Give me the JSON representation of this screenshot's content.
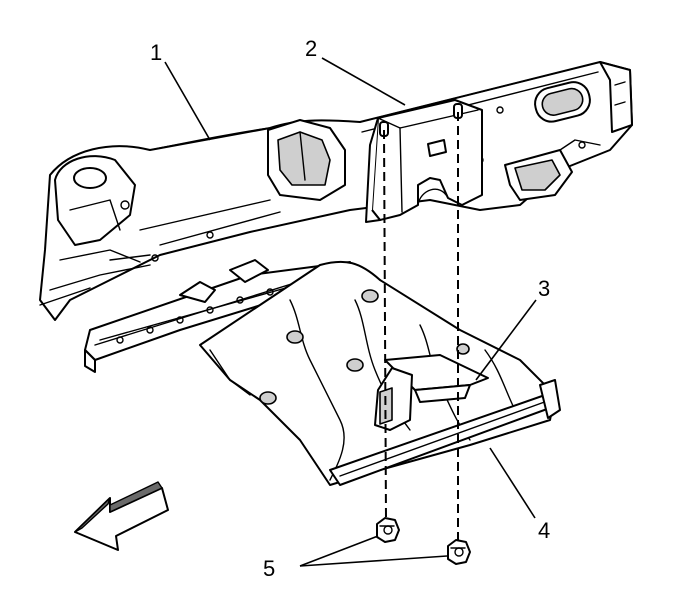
{
  "callouts": {
    "c1": "1",
    "c2": "2",
    "c3": "3",
    "c4": "4",
    "c5": "5"
  },
  "icons": {
    "direction_arrow": "front-direction-arrow-icon"
  },
  "colors": {
    "line": "#000000",
    "background": "#ffffff",
    "shading": "#cfcfcf"
  }
}
